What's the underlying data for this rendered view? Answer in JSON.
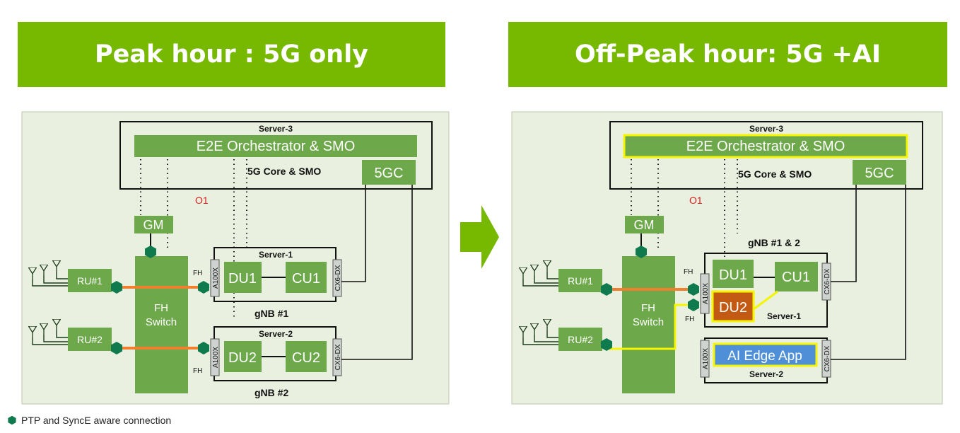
{
  "left_panel": {
    "title": "Peak hour : 5G only",
    "server3": "Server-3",
    "orchestrator": "E2E Orchestrator & SMO",
    "core_label": "5G Core & SMO",
    "core": "5GC",
    "o1": "O1",
    "gm": "GM",
    "fh_switch": [
      "FH",
      "Switch"
    ],
    "ru1": "RU#1",
    "ru2": "RU#2",
    "server1": "Server-1",
    "server2": "Server-2",
    "du1": "DU1",
    "cu1": "CU1",
    "du2": "DU2",
    "cu2": "CU2",
    "a100x": "A100X",
    "cx6dx": "CX6-DX",
    "fh": "FH",
    "gnb1": "gNB #1",
    "gnb2": "gNB #2"
  },
  "right_panel": {
    "title": "Off-Peak hour: 5G +AI",
    "server3": "Server-3",
    "orchestrator": "E2E Orchestrator & SMO",
    "core_label": "5G Core & SMO",
    "core": "5GC",
    "o1": "O1",
    "gm": "GM",
    "fh_switch": [
      "FH",
      "Switch"
    ],
    "ru1": "RU#1",
    "ru2": "RU#2",
    "gnb12": "gNB #1 & 2",
    "server1": "Server-1",
    "server2": "Server-2",
    "du1": "DU1",
    "cu1": "CU1",
    "du2": "DU2",
    "a100x": "A100X",
    "cx6dx": "CX6-DX",
    "fh": "FH",
    "ai_app": "AI Edge App"
  },
  "legend": {
    "text": "PTP and SyncE aware connection"
  },
  "colors": {
    "banner": "#77b900",
    "panel_bg": "#eaf0e0",
    "box": "#6da84a",
    "highlight": "#f5f500",
    "fh_link": "#f07f2e",
    "ptp_hex": "#0e7a4e",
    "du2_moved": "#c25a14",
    "ai_app": "#4f8fd8"
  },
  "icons": [
    "antenna-icon",
    "arrow-right-icon",
    "hexagon-port-icon"
  ]
}
